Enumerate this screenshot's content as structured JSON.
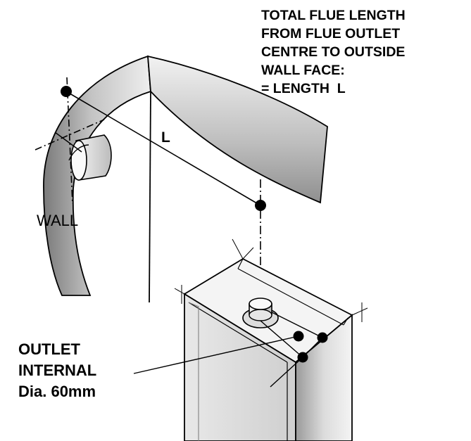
{
  "annotations": {
    "total_flue_note": [
      "TOTAL FLUE LENGTH",
      "FROM FLUE OUTLET",
      "CENTRE TO OUTSIDE",
      "WALL FACE:",
      "= LENGTH  L"
    ],
    "length_label": "L",
    "wall_label": "WALL",
    "outlet_label": [
      "OUTLET",
      "INTERNAL",
      "Dia. 60mm"
    ]
  },
  "colors": {
    "line": "#000000",
    "shade_dark": "#8c8c8c",
    "shade_light": "#e6e6e6",
    "background": "#ffffff"
  }
}
